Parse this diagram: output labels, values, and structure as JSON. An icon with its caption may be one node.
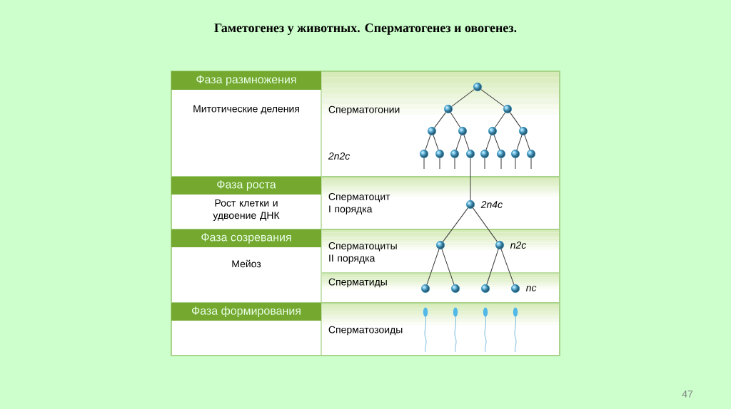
{
  "diagram": {
    "title": "Гаметогенез у животных. Сперматогенез и овогенез.",
    "nodes": [
      {
        "text": [
          "Фаза размножения"
        ]
      },
      {
        "text": [
          "Фаза роста"
        ]
      },
      {
        "text": [
          "Фаза созревания"
        ]
      },
      {
        "text": [
          "Фаза формирования"
        ]
      },
      {
        "text": [],
        "shape": "circle"
      },
      {
        "text": [],
        "shape": "circle"
      },
      {
        "text": [],
        "shape": "circle"
      },
      {
        "text": [],
        "shape": "circle"
      },
      {
        "text": [],
        "shape": "circle"
      },
      {
        "text": [],
        "shape": "circle"
      },
      {
        "text": [],
        "shape": "circle"
      },
      {
        "text": [],
        "shape": "circle"
      },
      {
        "text": [],
        "shape": "circle"
      },
      {
        "text": [],
        "shape": "circle"
      },
      {
        "text": [],
        "shape": "circle"
      },
      {
        "text": [],
        "shape": "circle"
      },
      {
        "text": [],
        "shape": "circle"
      },
      {
        "text": [],
        "shape": "circle"
      },
      {
        "text": [],
        "shape": "circle"
      },
      {
        "text": [],
        "shape": "circle",
        "beside": [
          "2n4c"
        ]
      },
      {
        "text": [],
        "shape": "circle"
      },
      {
        "text": [],
        "shape": "circle",
        "beside": [
          "n2c"
        ]
      },
      {
        "text": [],
        "shape": "circle"
      },
      {
        "text": [],
        "shape": "circle"
      },
      {
        "text": [],
        "shape": "circle"
      },
      {
        "text": [],
        "shape": "circle",
        "beside": [
          "nc"
        ]
      }
    ],
    "edges": [
      {
        "from": 4,
        "to": 5,
        "arrow": "none"
      },
      {
        "from": 4,
        "to": 6,
        "arrow": "none"
      },
      {
        "from": 5,
        "to": 7,
        "arrow": "none"
      },
      {
        "from": 5,
        "to": 8,
        "arrow": "none"
      },
      {
        "from": 6,
        "to": 9,
        "arrow": "none"
      },
      {
        "from": 6,
        "to": 10,
        "arrow": "none"
      },
      {
        "from": 7,
        "to": 11,
        "arrow": "none"
      },
      {
        "from": 7,
        "to": 12,
        "arrow": "none"
      },
      {
        "from": 8,
        "to": 13,
        "arrow": "none"
      },
      {
        "from": 8,
        "to": 14,
        "arrow": "none"
      },
      {
        "from": 9,
        "to": 15,
        "arrow": "none"
      },
      {
        "from": 9,
        "to": 16,
        "arrow": "none"
      },
      {
        "from": 10,
        "to": 17,
        "arrow": "none"
      },
      {
        "from": 10,
        "to": 18,
        "arrow": "none"
      },
      {
        "from": 11,
        "to": null,
        "arrow": "none"
      },
      {
        "from": 12,
        "to": null,
        "arrow": "none"
      },
      {
        "from": 13,
        "to": null,
        "arrow": "none"
      },
      {
        "from": 15,
        "to": null,
        "arrow": "none"
      },
      {
        "from": 16,
        "to": null,
        "arrow": "none"
      },
      {
        "from": 17,
        "to": null,
        "arrow": "none"
      },
      {
        "from": 18,
        "to": null,
        "arrow": "none"
      },
      {
        "from": 14,
        "to": 19,
        "arrow": "none"
      },
      {
        "from": 19,
        "to": 20,
        "arrow": "none"
      },
      {
        "from": 19,
        "to": 21,
        "arrow": "none"
      },
      {
        "from": 20,
        "to": 22,
        "arrow": "none"
      },
      {
        "from": 20,
        "to": 23,
        "arrow": "none"
      },
      {
        "from": 21,
        "to": 24,
        "arrow": "none"
      },
      {
        "from": 21,
        "to": 25,
        "arrow": "none"
      }
    ],
    "labels": [
      "Митотические деления",
      "Сперматогонии",
      "2n2c",
      "Рост клетки и удвоение ДНК",
      "Сперматоцит I порядка",
      "Мейоз",
      "Сперматоциты II порядка",
      "Сперматиды",
      "Сперматозоиды",
      "47"
    ]
  }
}
